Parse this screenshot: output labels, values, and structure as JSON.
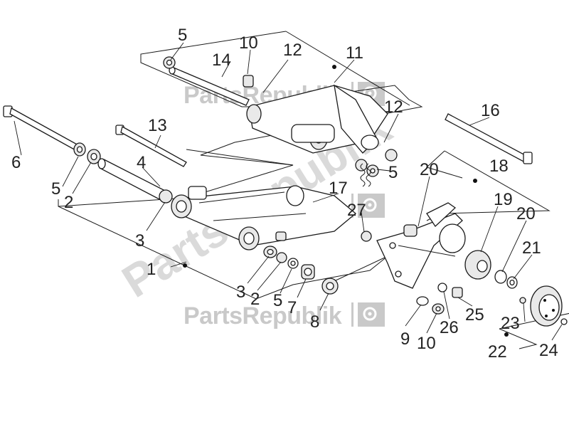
{
  "diagram": {
    "callouts": [
      {
        "id": "c1",
        "text": "1"
      },
      {
        "id": "c2a",
        "text": "2"
      },
      {
        "id": "c2b",
        "text": "2"
      },
      {
        "id": "c3a",
        "text": "3"
      },
      {
        "id": "c3b",
        "text": "3"
      },
      {
        "id": "c4",
        "text": "4"
      },
      {
        "id": "c5a",
        "text": "5"
      },
      {
        "id": "c5b",
        "text": "5"
      },
      {
        "id": "c5c",
        "text": "5"
      },
      {
        "id": "c5d",
        "text": "5"
      },
      {
        "id": "c6",
        "text": "6"
      },
      {
        "id": "c7",
        "text": "7"
      },
      {
        "id": "c8",
        "text": "8"
      },
      {
        "id": "c9",
        "text": "9"
      },
      {
        "id": "c10a",
        "text": "10"
      },
      {
        "id": "c10b",
        "text": "10"
      },
      {
        "id": "c11",
        "text": "11"
      },
      {
        "id": "c12a",
        "text": "12"
      },
      {
        "id": "c12b",
        "text": "12"
      },
      {
        "id": "c13",
        "text": "13"
      },
      {
        "id": "c14",
        "text": "14"
      },
      {
        "id": "c16",
        "text": "16"
      },
      {
        "id": "c17",
        "text": "17"
      },
      {
        "id": "c18",
        "text": "18"
      },
      {
        "id": "c19",
        "text": "19"
      },
      {
        "id": "c20a",
        "text": "20"
      },
      {
        "id": "c20b",
        "text": "20"
      },
      {
        "id": "c21",
        "text": "21"
      },
      {
        "id": "c22",
        "text": "22"
      },
      {
        "id": "c23",
        "text": "23"
      },
      {
        "id": "c24",
        "text": "24"
      },
      {
        "id": "c25",
        "text": "25"
      },
      {
        "id": "c26",
        "text": "26"
      },
      {
        "id": "c27",
        "text": "27"
      }
    ]
  },
  "watermark": {
    "text": "PartsRepublik",
    "icon": "gear-icon"
  },
  "colors": {
    "line": "#1a1a1a",
    "watermark": "#c9c9c9",
    "background": "#ffffff"
  }
}
